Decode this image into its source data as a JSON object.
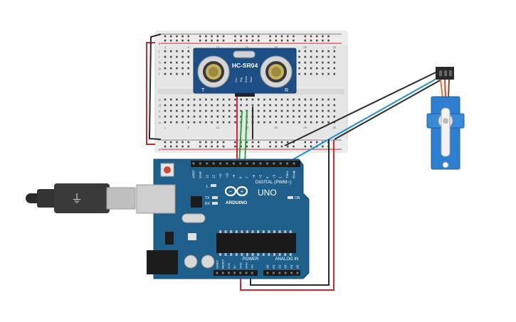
{
  "sensor": {
    "model": "HC-SR04",
    "left_mark": "T",
    "right_mark": "R",
    "pins": [
      "Vcc",
      "Trig",
      "Echo",
      "Gnd"
    ]
  },
  "arduino": {
    "logo_text": "ARDUINO",
    "model": "UNO",
    "digital_label": "DIGITAL (PWM~)",
    "power_label": "POWER",
    "analog_label": "ANALOG IN",
    "on_label": "ON",
    "tx_label": "TX",
    "rx_label": "RX",
    "l_label": "L",
    "digital_pins": [
      "AREF",
      "GND",
      "13",
      "12",
      "~11",
      "~10",
      "~9",
      "8",
      "7",
      "~6",
      "~5",
      "4",
      "~3",
      "2",
      "TX▸1",
      "RX◂0"
    ],
    "power_pins": [
      "IOREF",
      "RESET",
      "3.3V",
      "5V",
      "GND",
      "GND",
      "Vin"
    ],
    "analog_pins": [
      "A0",
      "A1",
      "A2",
      "A3",
      "A4",
      "A5"
    ]
  },
  "breadboard": {
    "rows_top": [
      "j",
      "i",
      "h",
      "g",
      "f"
    ],
    "rows_bottom": [
      "e",
      "d",
      "c",
      "b",
      "a"
    ],
    "columns": [
      "1",
      "5",
      "10",
      "15",
      "20",
      "25",
      "30"
    ],
    "rail_plus": "+",
    "rail_minus": "-"
  },
  "colors": {
    "board_blue": "#1f5f8b",
    "wire_red": "#d3262b",
    "wire_black": "#2b2b2b",
    "wire_green": "#2aa63a",
    "wire_blue": "#1f8fd6",
    "servo_blue": "#2e7fd0"
  }
}
